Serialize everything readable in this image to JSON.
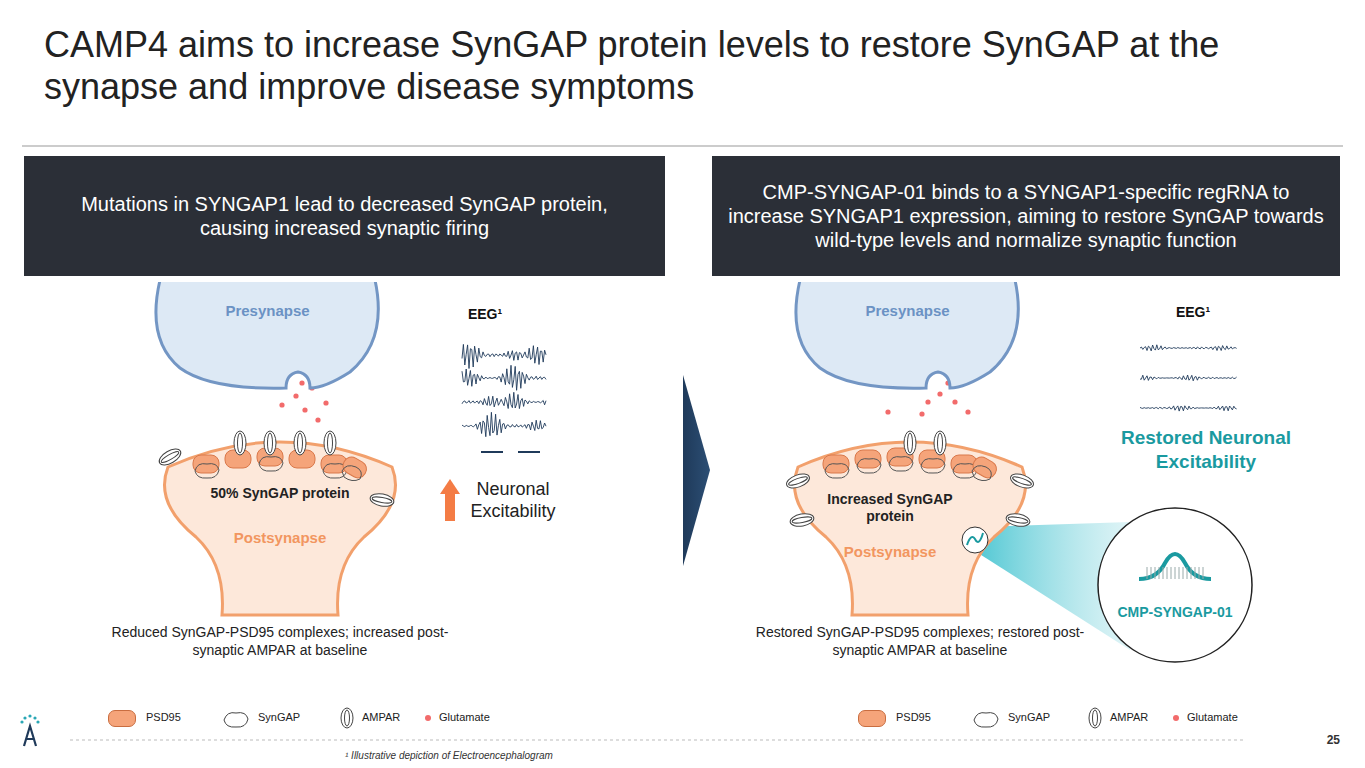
{
  "diagram": {
    "title": "CAMP4 aims to increase SynGAP protein levels to restore SynGAP at the synapse and improve disease symptoms",
    "nodes": [
      {
        "text": [
          "Mutations in SYNGAP1 lead to decreased SynGAP protein, causing increased synaptic firing"
        ]
      },
      {
        "text": [
          "Presynapse"
        ]
      },
      {
        "text": [
          "50% SynGAP protein",
          "Postsynapse"
        ]
      },
      {
        "text": [
          "CMP-SYNGAP-01 binds to a SYNGAP1-specific regRNA to increase SYNGAP1 expression, aiming to restore SynGAP towards wild-type levels and normalize synaptic function"
        ]
      },
      {
        "text": [
          "Presynapse"
        ]
      },
      {
        "text": [
          "Increased SynGAP protein",
          "Postsynapse"
        ]
      },
      {
        "text": [
          "CMP-SYNGAP-01"
        ]
      }
    ],
    "labels": [
      "EEG¹",
      "Neuronal Excitability",
      "Reduced SynGAP-PSD95 complexes; increased post-synaptic AMPAR at baseline",
      "EEG¹",
      "Restored Neuronal Excitability",
      "Restored SynGAP-PSD95 complexes; restored post-synaptic AMPAR at baseline",
      "¹ Illustrative depiction of Electroencephalogram",
      "25"
    ],
    "legend": [
      {
        "text": "PSD95",
        "color": "#f5a47a"
      },
      {
        "text": "SynGAP"
      },
      {
        "text": "AMPAR"
      },
      {
        "text": "Glutamate",
        "color": "#f26b6b"
      },
      {
        "text": "PSD95",
        "color": "#f5a47a"
      },
      {
        "text": "SynGAP"
      },
      {
        "text": "AMPAR"
      },
      {
        "text": "Glutamate",
        "color": "#f26b6b"
      }
    ]
  }
}
